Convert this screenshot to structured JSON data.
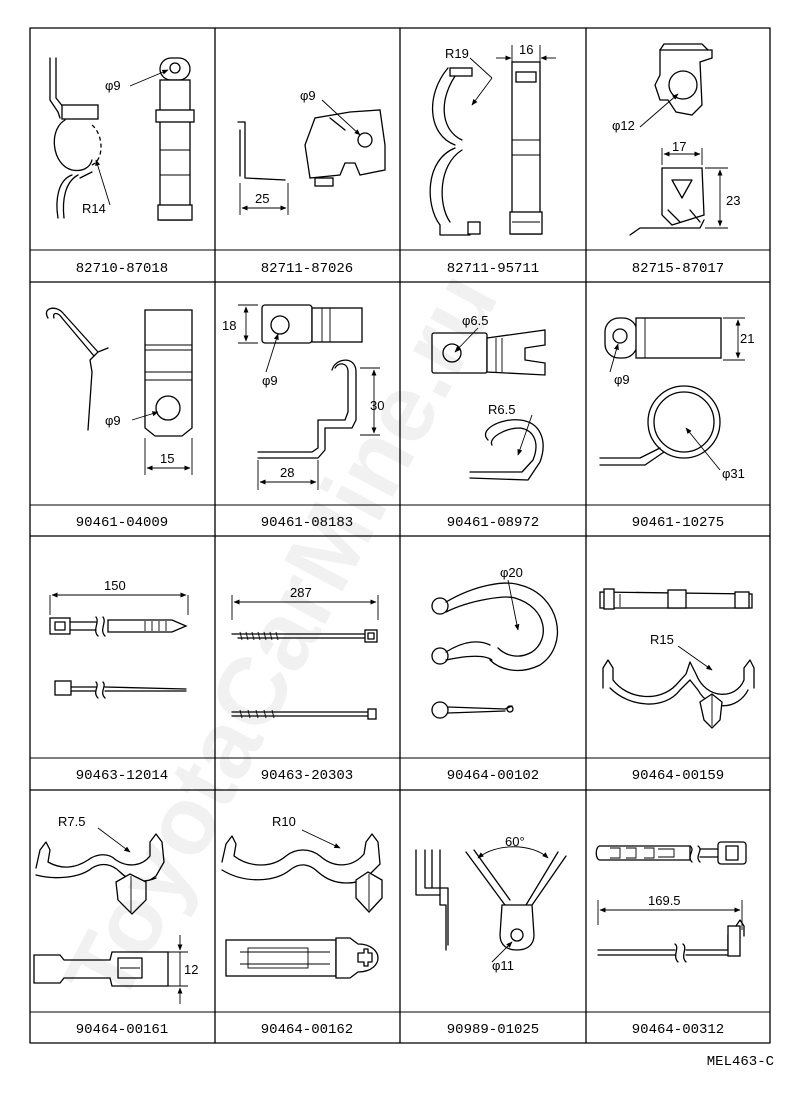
{
  "parts": [
    {
      "part_number": "82710-87018",
      "dims": [
        "φ9",
        "R14"
      ]
    },
    {
      "part_number": "82711-87026",
      "dims": [
        "φ9",
        "25"
      ]
    },
    {
      "part_number": "82711-95711",
      "dims": [
        "R19",
        "16"
      ]
    },
    {
      "part_number": "82715-87017",
      "dims": [
        "φ12",
        "17",
        "23"
      ]
    },
    {
      "part_number": "90461-04009",
      "dims": [
        "φ9",
        "15"
      ]
    },
    {
      "part_number": "90461-08183",
      "dims": [
        "18",
        "φ9",
        "30",
        "28"
      ]
    },
    {
      "part_number": "90461-08972",
      "dims": [
        "φ6.5",
        "R6.5"
      ]
    },
    {
      "part_number": "90461-10275",
      "dims": [
        "21",
        "φ9",
        "φ31"
      ]
    },
    {
      "part_number": "90463-12014",
      "dims": [
        "150"
      ]
    },
    {
      "part_number": "90463-20303",
      "dims": [
        "287"
      ]
    },
    {
      "part_number": "90464-00102",
      "dims": [
        "φ20"
      ]
    },
    {
      "part_number": "90464-00159",
      "dims": [
        "R15"
      ]
    },
    {
      "part_number": "90464-00161",
      "dims": [
        "R7.5",
        "12"
      ]
    },
    {
      "part_number": "90464-00162",
      "dims": [
        "R10"
      ]
    },
    {
      "part_number": "90989-01025",
      "dims": [
        "60°",
        "φ11"
      ]
    },
    {
      "part_number": "90464-00312",
      "dims": [
        "169.5"
      ]
    }
  ],
  "drawing_code": "MEL463-C",
  "watermark": "ToyotaCarMine.ru"
}
